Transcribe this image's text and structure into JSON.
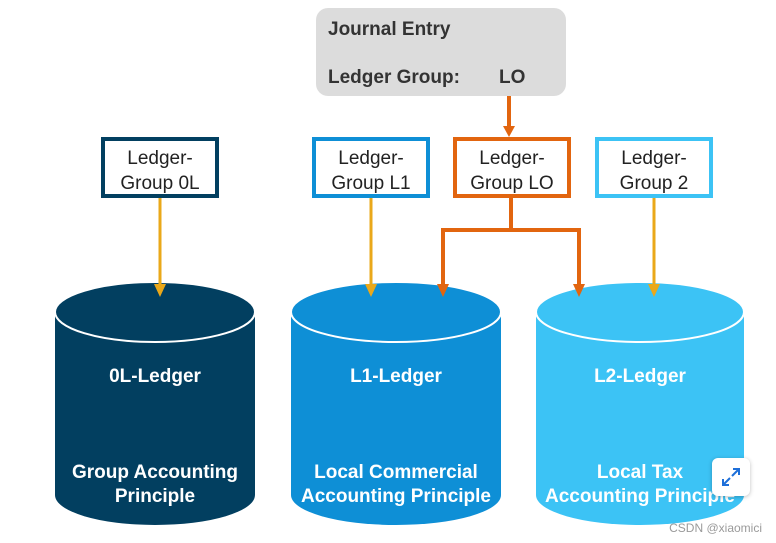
{
  "journal_entry": {
    "title": "Journal Entry",
    "field_label": "Ledger Group:",
    "field_value": "LO"
  },
  "ledger_groups": [
    {
      "line1": "Ledger-",
      "line2": "Group 0L"
    },
    {
      "line1": "Ledger-",
      "line2": "Group L1"
    },
    {
      "line1": "Ledger-",
      "line2": "Group LO"
    },
    {
      "line1": "Ledger-",
      "line2": "Group 2"
    }
  ],
  "ledgers": [
    {
      "title": "0L-Ledger",
      "line1": "Group Accounting",
      "line2": "Principle"
    },
    {
      "title": "L1-Ledger",
      "line1": "Local Commercial",
      "line2": "Accounting Principle"
    },
    {
      "title": "L2-Ledger",
      "line1": "Local Tax",
      "line2": "Accounting Principle"
    }
  ],
  "colors": {
    "dark_blue": "#023f60",
    "mid_blue": "#0e8fd6",
    "light_blue": "#3cc3f5",
    "orange": "#e2650f",
    "yellow": "#eaa81a",
    "gray_box": "#dcdcdc"
  },
  "watermark": "CSDN @xiaomici",
  "icons": {
    "expand": "expand-icon"
  }
}
